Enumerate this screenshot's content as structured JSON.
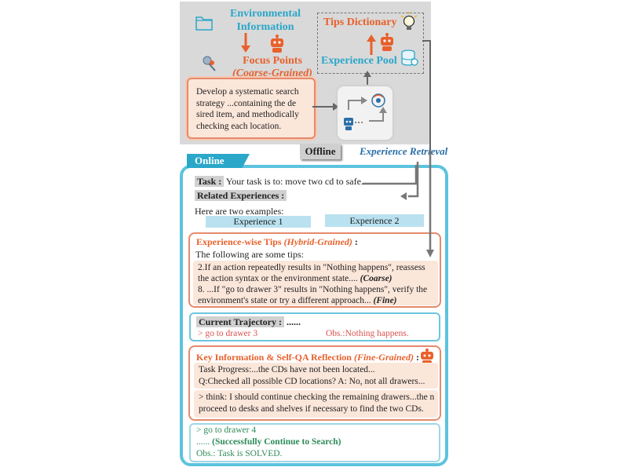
{
  "offline": {
    "env_title": "Environmental Information",
    "focus_title": "Focus Points",
    "focus_sub": "(Coarse-Grained)",
    "tips_dictionary": "Tips Dictionary",
    "experience_pool": "Experience Pool",
    "strategy_text": "Develop a systematic search strategy ...containing the de sired item, and methodically checking each location.",
    "tab_label": "Offline",
    "retrieval_label": "Experience Retrieval"
  },
  "online": {
    "tab_label": "Online",
    "task_label": "Task :",
    "task_text": "Your task is to: move two cd to safe.",
    "related_label": "Related Experiences :",
    "examples_text": "Here are two examples:",
    "experience_1": "Experience 1",
    "experience_2": "Experience 2",
    "tips_head": "Experience-wise Tips",
    "tips_head_grain": "(Hybrid-Grained)",
    "tips_head_colon": ":",
    "tips_intro": "The following are some tips:",
    "tip2_text": "2.If an action repeatedly results in \"Nothing happens\", reassess the action syntax or the environment state.... ",
    "tip2_tag": "(Coarse)",
    "tip8_text": "8. ...If \"go to drawer 3\" results in \"Nothing happens\", verify the environment's state or try a different approach... ",
    "tip8_tag": "(Fine)",
    "traj_head": "Current Trajectory :",
    "traj_dots": "......",
    "traj_action": "> go to drawer 3",
    "traj_obs": "Obs.:Nothing happens.",
    "key_head": "Key Information & Self-QA Reflection",
    "key_head_grain": "(Fine-Grained)",
    "key_head_colon": ":",
    "key_progress": "Task Progress:...the CDs have not been located...",
    "key_qa": "Q:Checked all possible CD locations? A: No, not all drawers...",
    "key_think": "> think: I should continue checking the remaining drawers...the n proceed to desks and shelves if necessary to find the two CDs.",
    "final_action": "> go to drawer 4",
    "final_dots": "......",
    "final_continue": "(Successfully Continue to Search)",
    "final_obs": "Obs.: Task is SOLVED."
  },
  "colors": {
    "accent_blue": "#2aa7c9",
    "accent_orange": "#e8612c",
    "success_green": "#2e8b57",
    "error_red": "#d9534f"
  }
}
